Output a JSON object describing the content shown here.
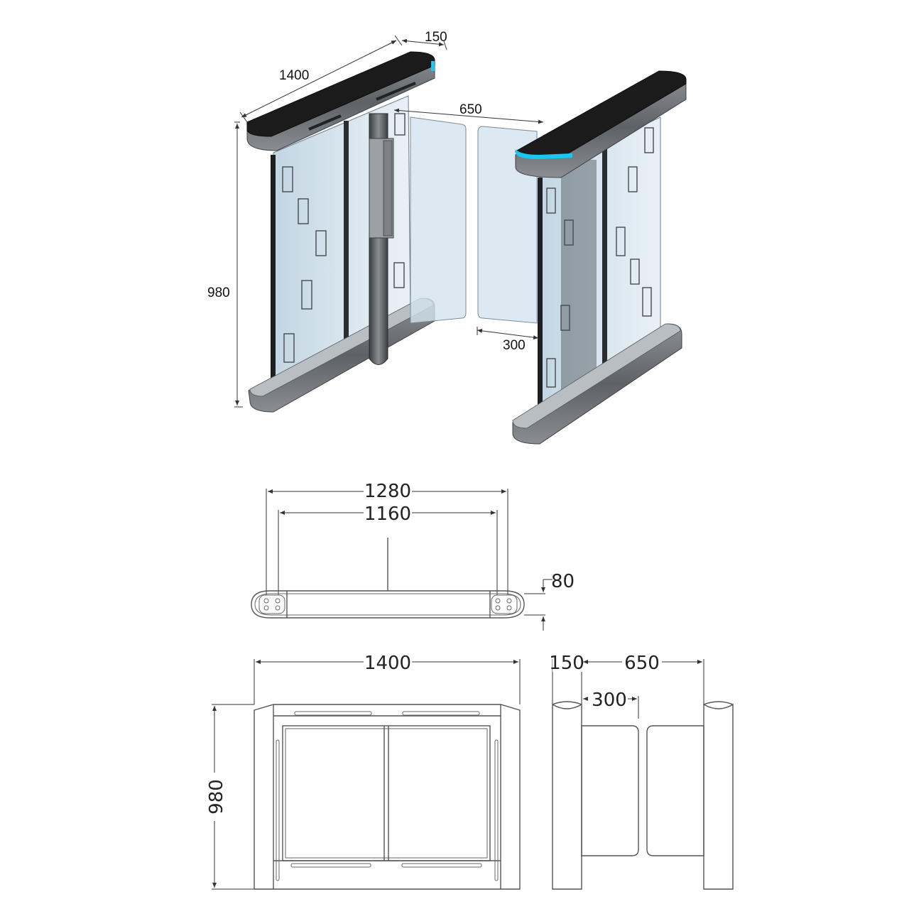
{
  "colors": {
    "panel_black": "#1b1b1b",
    "steel": "#707478",
    "glass": "#c9dbe8",
    "led_cyan": "#18c8f0",
    "line": "#555555"
  },
  "perspective": {
    "length": "1400",
    "width": "150",
    "lane": "650",
    "height": "980",
    "flap": "300"
  },
  "top_view": {
    "outer": "1280",
    "inner": "1160",
    "depth": "80"
  },
  "side_view": {
    "length": "1400",
    "height": "980"
  },
  "end_view": {
    "width": "150",
    "lane": "650",
    "flap": "300"
  }
}
